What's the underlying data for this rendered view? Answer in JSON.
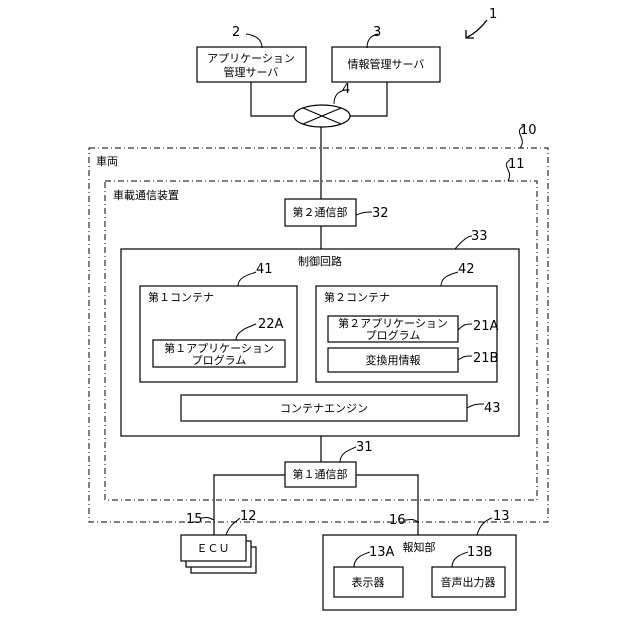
{
  "figure": {
    "ref_system": "1",
    "app_server": {
      "ref": "2",
      "line1": "アプリケーション",
      "line2": "管理サーバ"
    },
    "info_server": {
      "ref": "3",
      "label": "情報管理サーバ"
    },
    "network": {
      "ref": "4"
    },
    "vehicle": {
      "ref": "10",
      "label": "車両"
    },
    "onboard_device": {
      "ref": "11",
      "label": "車載通信装置"
    },
    "comm2": {
      "ref": "32",
      "label": "第２通信部"
    },
    "control": {
      "ref": "33",
      "label": "制御回路"
    },
    "container1": {
      "ref": "41",
      "label": "第１コンテナ"
    },
    "app1": {
      "ref": "22A",
      "line1": "第１アプリケーション",
      "line2": "プログラム"
    },
    "container2": {
      "ref": "42",
      "label": "第２コンテナ"
    },
    "app2": {
      "ref": "21A",
      "line1": "第２アプリケーション",
      "line2": "プログラム"
    },
    "conv_info": {
      "ref": "21B",
      "label": "変換用情報"
    },
    "engine": {
      "ref": "43",
      "label": "コンテナエンジン"
    },
    "comm1": {
      "ref": "31",
      "label": "第１通信部"
    },
    "ecu": {
      "ref": "12",
      "label": "ＥＣＵ"
    },
    "line15": {
      "ref": "15"
    },
    "line16": {
      "ref": "16"
    },
    "notify": {
      "ref": "13",
      "label": "報知部"
    },
    "display": {
      "ref": "13A",
      "label": "表示器"
    },
    "audio": {
      "ref": "13B",
      "label": "音声出力器"
    }
  }
}
